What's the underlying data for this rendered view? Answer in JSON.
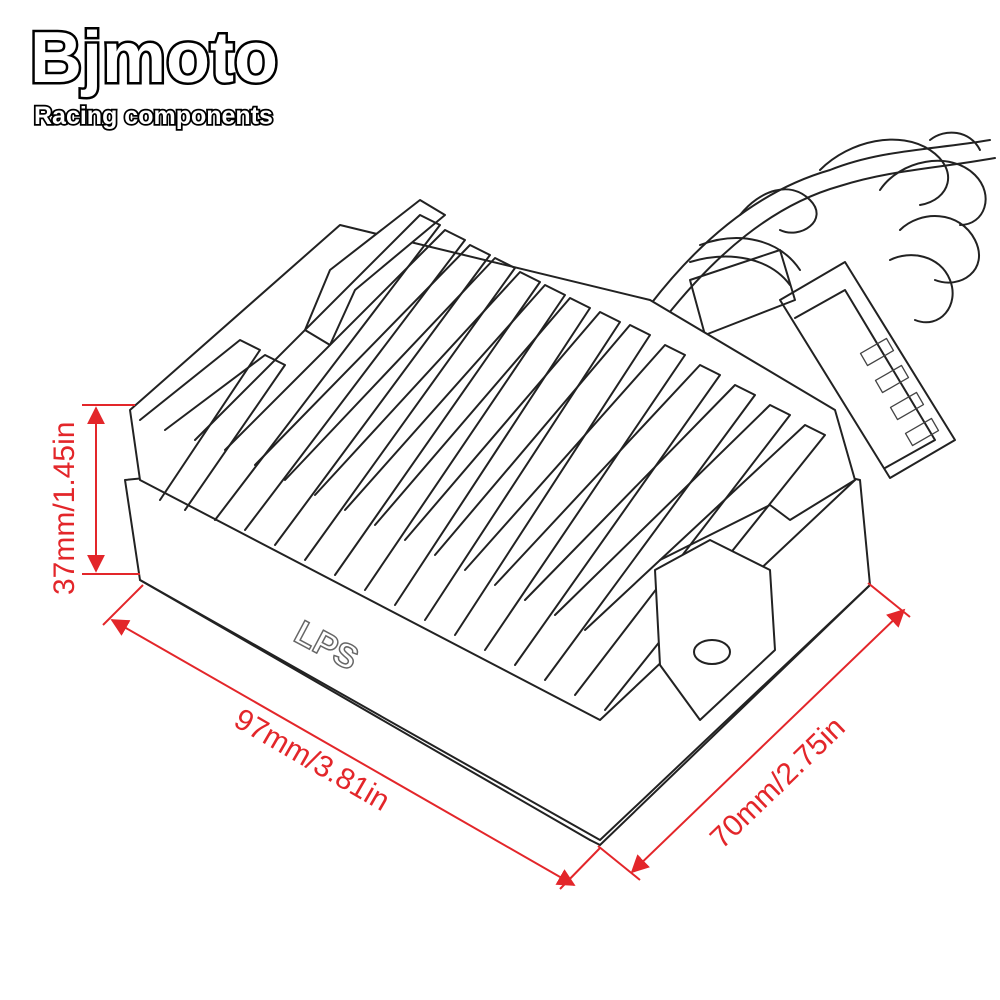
{
  "brand": {
    "name": "Bjmoto",
    "tagline": "Racing components"
  },
  "product": {
    "part_marking": "LPS"
  },
  "dimensions": {
    "height_label": "37mm/1.45in",
    "length_label": "97mm/3.81in",
    "width_label": "70mm/2.75in"
  },
  "colors": {
    "dimension": "#e3262a",
    "outline": "#222222",
    "background": "#ffffff"
  }
}
